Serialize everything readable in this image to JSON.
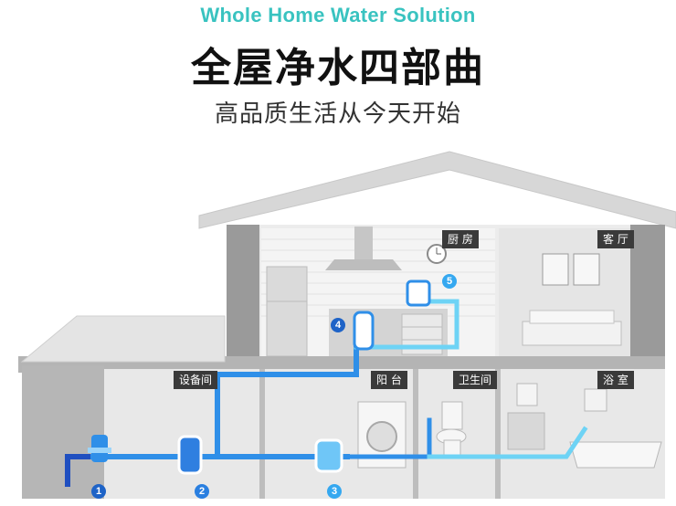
{
  "header": {
    "subtitle_en": "Whole Home Water Solution",
    "title_cn": "全屋净水四部曲",
    "tagline_cn": "高品质生活从今天开始"
  },
  "rooms": {
    "kitchen": "厨 房",
    "living": "客 厅",
    "equipment": "设备间",
    "balcony": "阳 台",
    "toilet": "卫生间",
    "bath": "浴 室"
  },
  "steps": [
    "1",
    "2",
    "3",
    "4",
    "5"
  ],
  "colors": {
    "brand_teal": "#39c3c0",
    "pipe_blue": "#2f8fe8",
    "pipe_deep_blue": "#1f4fc0",
    "step_blue": "#1e63c7",
    "step_light": "#35a8f0"
  }
}
